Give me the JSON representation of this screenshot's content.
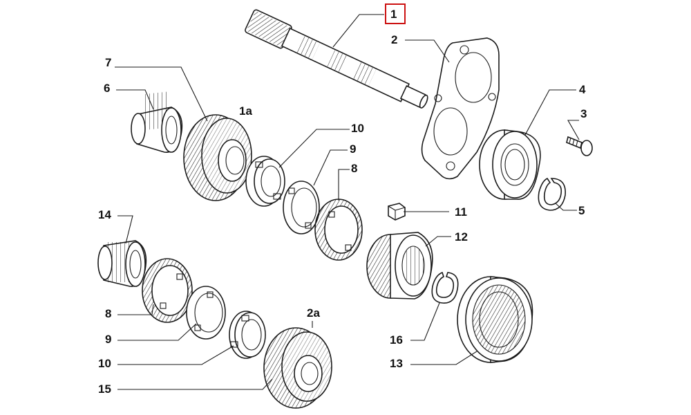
{
  "diagram": {
    "highlighted_label": "1",
    "highlight_color": "#cc1111",
    "labels": {
      "l1": "1",
      "l2": "2",
      "l3": "3",
      "l4": "4",
      "l5": "5",
      "l1a": "1a",
      "l6": "6",
      "l7": "7",
      "l8a": "8",
      "l9a": "9",
      "l10a": "10",
      "l11": "11",
      "l12": "12",
      "l13": "13",
      "l14": "14",
      "l8b": "8",
      "l9b": "9",
      "l10b": "10",
      "l2a": "2a",
      "l15": "15",
      "l16": "16"
    }
  }
}
